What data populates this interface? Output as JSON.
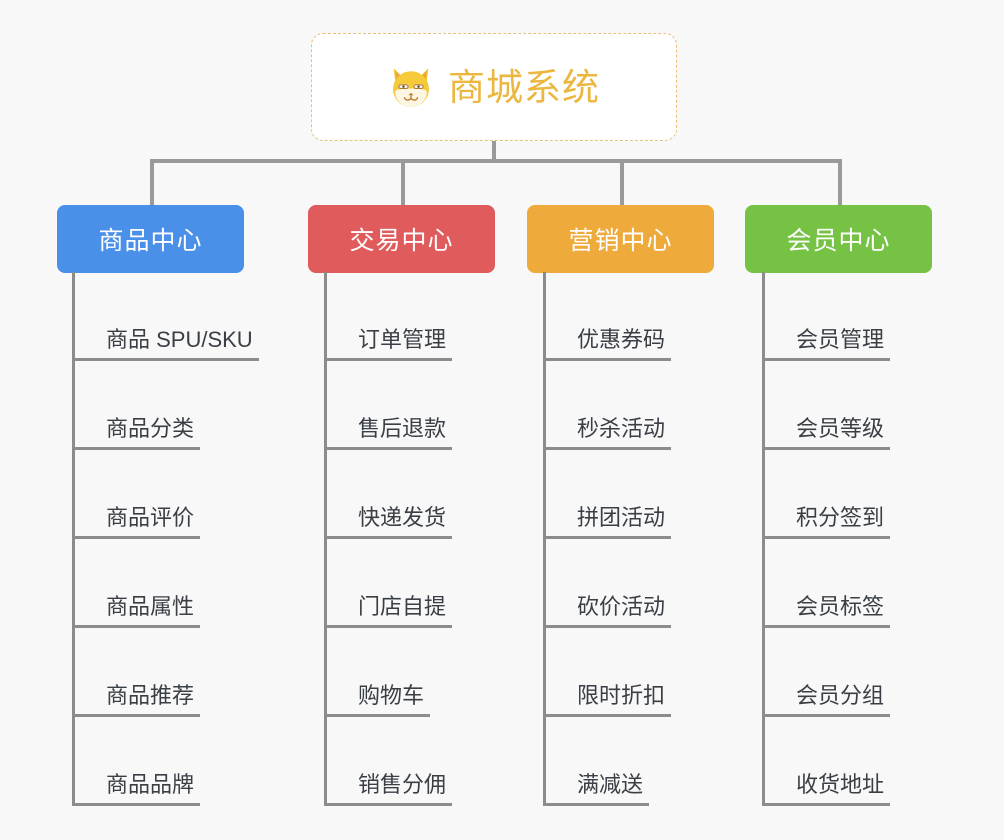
{
  "canvas": {
    "background_color": "#f8f8f8",
    "line_color": "#9a9a9a"
  },
  "root": {
    "title": "商城系统",
    "icon": "shiba-dog-face-icon",
    "text_color": "#ecb73f",
    "border_color": "#e9c07a",
    "background_color": "#ffffff"
  },
  "columns": [
    {
      "id": "product-center",
      "label": "商品中心",
      "color": "#4a90e8",
      "items": [
        "商品 SPU/SKU",
        "商品分类",
        "商品评价",
        "商品属性",
        "商品推荐",
        "商品品牌"
      ]
    },
    {
      "id": "trade-center",
      "label": "交易中心",
      "color": "#e05b5b",
      "items": [
        "订单管理",
        "售后退款",
        "快递发货",
        "门店自提",
        "购物车",
        "销售分佣"
      ]
    },
    {
      "id": "marketing-center",
      "label": "营销中心",
      "color": "#eeab3c",
      "items": [
        "优惠券码",
        "秒杀活动",
        "拼团活动",
        "砍价活动",
        "限时折扣",
        "满减送"
      ]
    },
    {
      "id": "member-center",
      "label": "会员中心",
      "color": "#76c244",
      "items": [
        "会员管理",
        "会员等级",
        "积分签到",
        "会员标签",
        "会员分组",
        "收货地址"
      ]
    }
  ]
}
